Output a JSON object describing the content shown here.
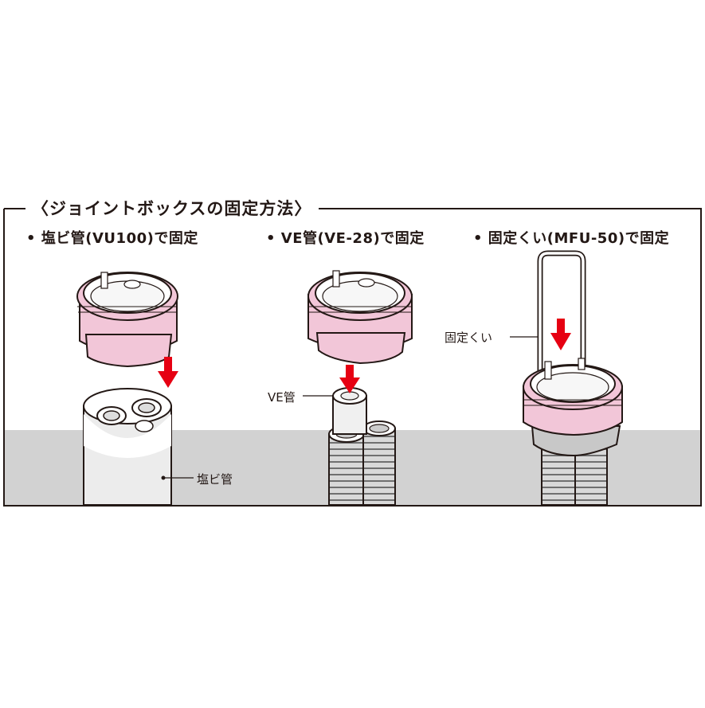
{
  "title": "〈ジョイントボックスの固定方法〉",
  "methods": [
    {
      "heading": "• 塩ビ管(VU100)で固定",
      "part_label": "塩ビ管"
    },
    {
      "heading": "• VE管(VE-28)で固定",
      "part_label": "VE管"
    },
    {
      "heading": "• 固定くい(MFU-50)で固定",
      "part_label": "固定くい"
    }
  ],
  "colors": {
    "box_pink": "#f2c6d8",
    "arrow_red": "#e60012",
    "ground_gray": "#d2d2d2",
    "outline": "#231815"
  }
}
